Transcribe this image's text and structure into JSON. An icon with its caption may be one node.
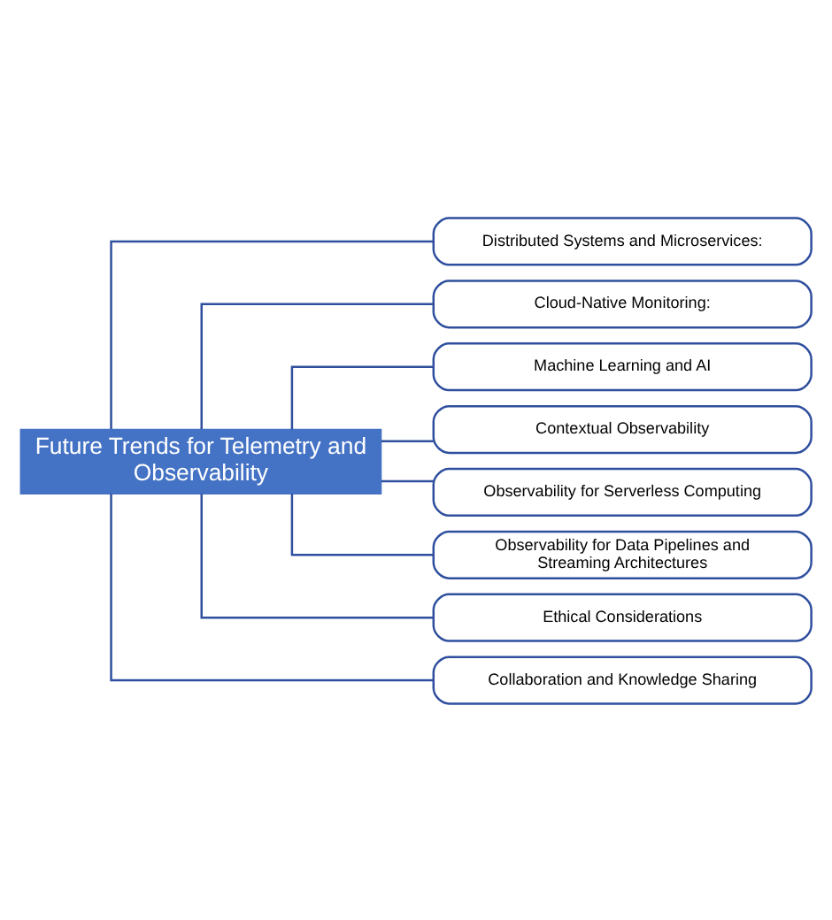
{
  "diagram": {
    "nodes": [
      {
        "text": [
          "Future Trends for Telemetry and Observability"
        ]
      },
      {
        "text": [
          "Distributed Systems and Microservices:"
        ]
      },
      {
        "text": [
          "Cloud-Native Monitoring:"
        ]
      },
      {
        "text": [
          "Machine Learning and AI"
        ]
      },
      {
        "text": [
          "Contextual Observability"
        ]
      },
      {
        "text": [
          "Observability for Serverless Computing"
        ]
      },
      {
        "text": [
          "Observability for Data Pipelines and Streaming Architectures"
        ]
      },
      {
        "text": [
          "Ethical Considerations"
        ]
      },
      {
        "text": [
          "Collaboration and Knowledge Sharing"
        ]
      }
    ],
    "edges": [
      {
        "from": 0,
        "to": 1,
        "arrow": "none"
      },
      {
        "from": 0,
        "to": 2,
        "arrow": "none"
      },
      {
        "from": 0,
        "to": 3,
        "arrow": "none"
      },
      {
        "from": 0,
        "to": 4,
        "arrow": "none"
      },
      {
        "from": 0,
        "to": 5,
        "arrow": "none"
      },
      {
        "from": 0,
        "to": 6,
        "arrow": "none"
      },
      {
        "from": 0,
        "to": 7,
        "arrow": "none"
      },
      {
        "from": 0,
        "to": 8,
        "arrow": "none"
      }
    ]
  }
}
